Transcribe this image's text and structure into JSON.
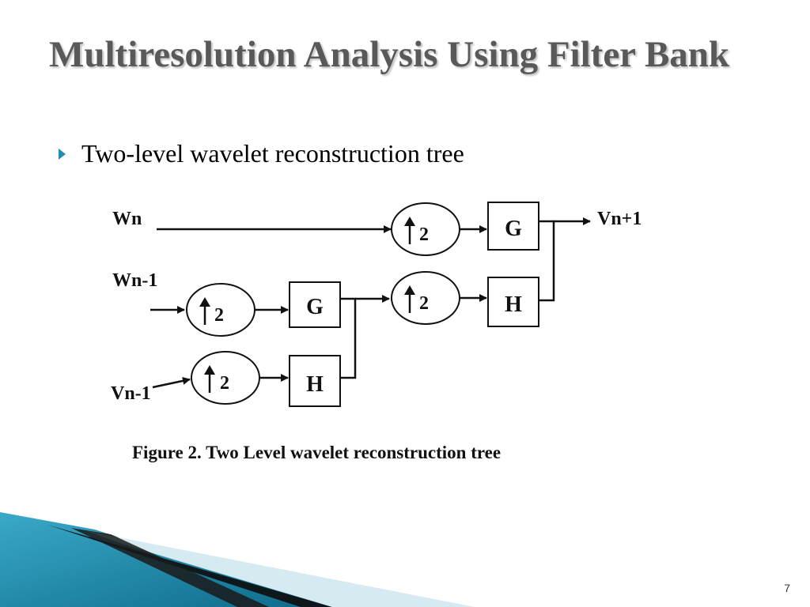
{
  "slide": {
    "title": "Multiresolution Analysis Using Filter Bank",
    "bullet": "Two-level wavelet reconstruction tree",
    "page_number": "7"
  },
  "diagram": {
    "inputs": {
      "wn": "Wn",
      "wn_1": "Wn-1",
      "vn_1": "Vn-1"
    },
    "output": "Vn+1",
    "upsample_factor": "2",
    "filter_g": "G",
    "filter_h": "H",
    "caption": "Figure 2. Two Level wavelet reconstruction tree"
  },
  "colors": {
    "title": "#595959",
    "bullet": "#1f8fb0",
    "accent_teal": "#1b7fa0",
    "accent_light": "#d6eaf2"
  }
}
